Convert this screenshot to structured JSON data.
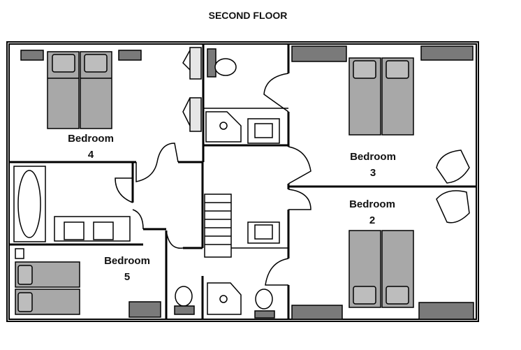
{
  "title": "SECOND FLOOR",
  "rooms": {
    "bedroom4": {
      "name": "Bedroom",
      "number": "4"
    },
    "bedroom3": {
      "name": "Bedroom",
      "number": "3"
    },
    "bedroom2": {
      "name": "Bedroom",
      "number": "2"
    },
    "bedroom5": {
      "name": "Bedroom",
      "number": "5"
    }
  },
  "colors": {
    "wall": "#000000",
    "furniture": "#a8a8a8",
    "background": "#ffffff"
  }
}
